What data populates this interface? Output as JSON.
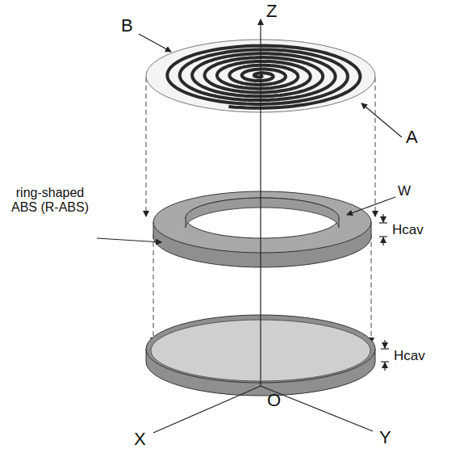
{
  "diagram": {
    "labels": [
      "Z",
      "B",
      "A",
      "ring-shaped ABS (R-ABS)",
      "W",
      "Hcav",
      "Hcav",
      "O",
      "X",
      "Y"
    ]
  }
}
